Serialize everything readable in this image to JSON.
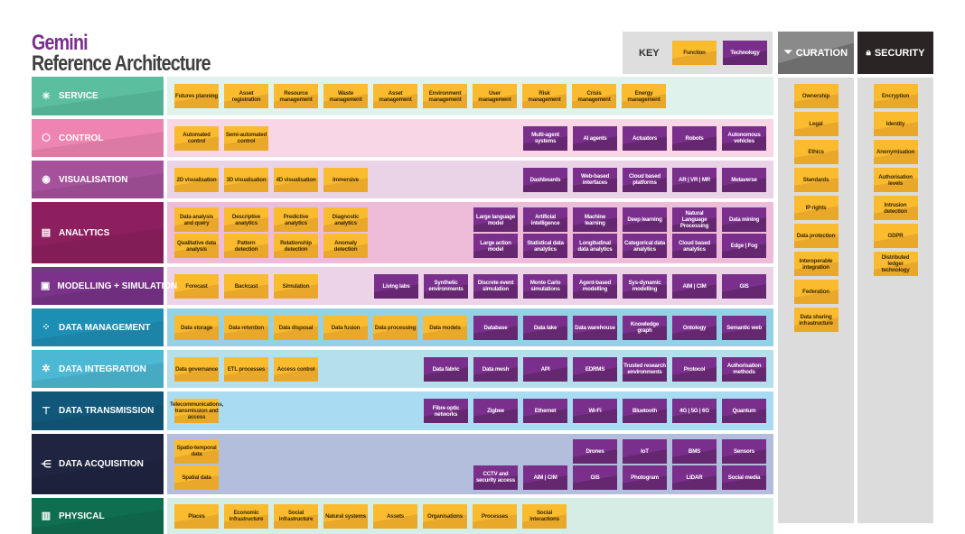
{
  "title": {
    "line1": "Gemini",
    "line2": "Reference Architecture"
  },
  "key": {
    "label": "KEY",
    "function": "Function",
    "technology": "Technology"
  },
  "curation": {
    "title": "CURATION",
    "icon": "filter-icon",
    "items": [
      "Ownership",
      "Legal",
      "Ethics",
      "Standards",
      "IP rights",
      "Data protection",
      "Interoperable integration",
      "Federation",
      "Data sharing infrastructure"
    ]
  },
  "security": {
    "title": "SECURITY",
    "icon": "lock-icon",
    "items": [
      "Encryption",
      "Identity",
      "Anonymisation",
      "Authorisation levels",
      "Intrusion detection",
      "GDPR",
      "Distributed ledger technology"
    ]
  },
  "layers": [
    {
      "name": "SERVICE",
      "icon": "sparkle-icon",
      "color": "#5bbf9f",
      "bg": "#dff2ec",
      "rows": [
        {
          "functions": [
            "Futures planning",
            "Asset registration",
            "Resource management",
            "Waste management",
            "Asset management",
            "Environment management",
            "User management",
            "Risk management",
            "Crisis management",
            "Energy management"
          ],
          "technologies": []
        }
      ]
    },
    {
      "name": "CONTROL",
      "icon": "cube-icon",
      "color": "#ee84b0",
      "bg": "#f9d6e6",
      "rows": [
        {
          "functions": [
            "Automated control",
            "Semi-automated control"
          ],
          "technologies": [
            "Multi-agent systems",
            "AI agents",
            "Actuators",
            "Robots",
            "Autonomous vehicles"
          ]
        }
      ]
    },
    {
      "name": "VISUALISATION",
      "icon": "eye-icon",
      "color": "#a5529b",
      "bg": "#ead3e6",
      "rows": [
        {
          "functions": [
            "2D visualisation",
            "3D visualisation",
            "4D visualisation",
            "Immersive"
          ],
          "technologies": [
            "Dashboards",
            "Web-based interfaces",
            "Cloud based platforms",
            "AR | VR | MR",
            "Metaverse"
          ]
        }
      ]
    },
    {
      "name": "ANALYTICS",
      "icon": "report-search-icon",
      "color": "#8e1f5e",
      "bg": "#eebcd9",
      "rows": [
        {
          "functions": [
            "Data analysis and query",
            "Descriptive analytics",
            "Predictive analytics",
            "Diagnostic analytics"
          ],
          "technologies": [
            "Large language model",
            "Artificial intelligence",
            "Machine learning",
            "Deep learning",
            "Natural Language Processing",
            "Data mining"
          ]
        },
        {
          "functions": [
            "Qualitative data analysis",
            "Pattern detection",
            "Relationship detection",
            "Anomaly detection"
          ],
          "technologies": [
            "Large action model",
            "Statistical data analytics",
            "Longitudinal data analytics",
            "Categorical data analytics",
            "Cloud based analytics",
            "Edge | Fog"
          ]
        }
      ]
    },
    {
      "name": "MODELLING + SIMULATION",
      "icon": "3d-box-icon",
      "color": "#7a3389",
      "bg": "#ecd3e8",
      "rows": [
        {
          "functions": [
            "Forecast",
            "Backcast",
            "Simulation"
          ],
          "technologies": [
            "Living labs",
            "Synthetic environments",
            "Discrete event simulation",
            "Monte Carlo simulations",
            "Agent-based modelling",
            "Sys-dynamic modelling",
            "AIM | CIM",
            "GIS"
          ]
        }
      ]
    },
    {
      "name": "DATA MANAGEMENT",
      "icon": "data-nodes-icon",
      "color": "#1d8fb5",
      "bg": "#94d1e4",
      "rows": [
        {
          "functions": [
            "Data storage",
            "Data retention",
            "Data disposal",
            "Data fusion",
            "Data processing",
            "Data models"
          ],
          "technologies": [
            "Database",
            "Data lake",
            "Data warehouse",
            "Knowledge graph",
            "Ontology",
            "Semantic web"
          ]
        }
      ]
    },
    {
      "name": "DATA INTEGRATION",
      "icon": "network-ring-icon",
      "color": "#4cb8d4",
      "bg": "#b5dfeb",
      "rows": [
        {
          "functions": [
            "Data governance",
            "ETL processes",
            "Access control"
          ],
          "technologies": [
            "Data fabric",
            "Data mesh",
            "API",
            "EDRMS",
            "Trusted research environments",
            "Protocol",
            "Authorisation methods"
          ]
        }
      ]
    },
    {
      "name": "DATA TRANSMISSION",
      "icon": "hierarchy-icon",
      "color": "#11577a",
      "bg": "#a9dcf3",
      "rows": [
        {
          "functions": [
            "Telecommunications, transmission and access"
          ],
          "technologies": [
            "Fibre optic networks",
            "Zigbee",
            "Ethernet",
            "Wi-Fi",
            "Bluetooth",
            "4G | 5G | 6G",
            "Quantum"
          ]
        }
      ]
    },
    {
      "name": "DATA ACQUISITION",
      "icon": "branch-icon",
      "color": "#1f2440",
      "bg": "#b3bedd",
      "rows": [
        {
          "functions": [
            "Spatio-temporal data"
          ],
          "technologies": [
            "Drones",
            "IoT",
            "BMS",
            "Sensors"
          ]
        },
        {
          "functions": [
            "Spatial data"
          ],
          "technologies": [
            "CCTV and security access",
            "AIM | CIM",
            "GIS",
            "Photogram",
            "LIDAR",
            "Social media"
          ]
        }
      ]
    },
    {
      "name": "PHYSICAL",
      "icon": "building-icon",
      "color": "#0f6e4f",
      "bg": "#d6ede6",
      "rows": [
        {
          "functions": [
            "Places",
            "Economic infrastructure",
            "Social infrastructure",
            "Natural systems",
            "Assets",
            "Organisations",
            "Processes",
            "Social interactions"
          ],
          "technologies": []
        }
      ]
    }
  ]
}
